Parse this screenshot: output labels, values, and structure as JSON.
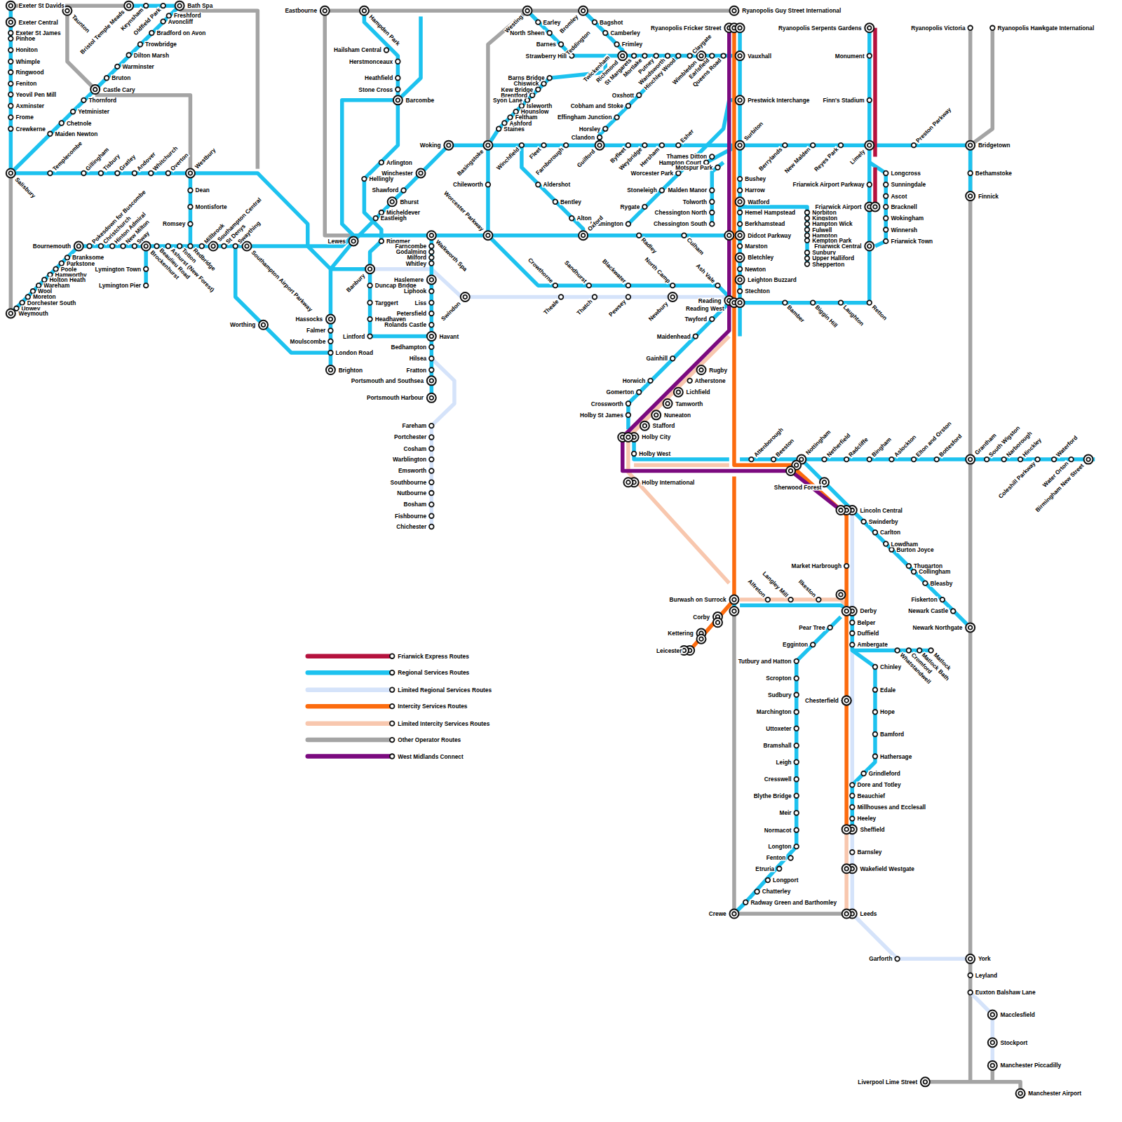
{
  "diagram": {
    "labels": [
      "Exeter St Davids",
      "Exeter Central",
      "Exeter St James",
      "Pinhoe",
      "Honiton",
      "Whimple",
      "Ringwood",
      "Feniton",
      "Yeovil Pen Mill",
      "Axminster",
      "Frome",
      "Crewkerne",
      "Salisbury",
      "Taunton",
      "Bristol Temple Meads",
      "Keynsham",
      "Oldfield Park",
      "Bath Spa",
      "Freshford",
      "Avoncliff",
      "Bradford on Avon",
      "Trowbridge",
      "Dilton Marsh",
      "Warminster",
      "Bruton",
      "Castle Cary",
      "Thornford",
      "Yetminister",
      "Chetnole",
      "Maiden Newton",
      "Templecombe",
      "Gillingham",
      "Tisbury",
      "Gratley",
      "Andover",
      "Whitchurch",
      "Overton",
      "Westbury",
      "Dean",
      "Montisforte",
      "Romsey",
      "Bournemouth",
      "Pokesdown for Buscombe",
      "Christchurch",
      "Hinton Admiral",
      "New Milton",
      "Sway",
      "Brockenhurst",
      "Beaulieu Road",
      "Ashurst (New Forest)",
      "Totton",
      "Redbridge",
      "Millbrook",
      "Southampton Central",
      "St Denys",
      "Swaything",
      "Southampton Airport Parkway",
      "Lymington Town",
      "Lymington Pier",
      "Branksome",
      "Parkstone",
      "Poole",
      "Hamworthy",
      "Holton Heath",
      "Wareham",
      "Wool",
      "Moreton",
      "Dorchester South",
      "Upwey",
      "Weymouth",
      "Worthing",
      "Hassocks",
      "Falmer",
      "Moulscombe",
      "London Road",
      "Brighton",
      "Lewes",
      "Eastbourne",
      "Hampden Park",
      "Hailsham Central",
      "Herstmonceaux",
      "Heathfield",
      "Stone Cross",
      "Barcombe",
      "Arlington",
      "Hellingly",
      "Winchester",
      "Shawford",
      "Bhurst",
      "Micheldever",
      "Eastleigh",
      "Ringmer",
      "Banbury",
      "Duncap Bridge",
      "Targgert",
      "Headhaven",
      "Lintford",
      "Walkworth Spa",
      "Farncombe",
      "Godalming",
      "Milford",
      "Whitley",
      "Haslemere",
      "Liphook",
      "Liss",
      "Petersfield",
      "Rolands Castle",
      "Havant",
      "Bedhampton",
      "Hilsea",
      "Fratton",
      "Portsmouth and Southsea",
      "Portsmouth Harbour",
      "Fareham",
      "Portchester",
      "Cosham",
      "Warblington",
      "Emsworth",
      "Southbourne",
      "Nutbourne",
      "Bosham",
      "Fishbourne",
      "Chichester",
      "Swindon",
      "Woking",
      "Basingstoke",
      "Chileworth",
      "Worcester Parkway",
      "Westing",
      "Earley",
      "North Sheen",
      "Barnes",
      "Strawberry Hill",
      "Bromley",
      "Teddington",
      "Bagshot",
      "Camberley",
      "Frimley",
      "Twickenham",
      "Richmond",
      "St Margarets",
      "Mortlake",
      "Putney",
      "Wandsworth",
      "Hinchley Wood",
      "Claygate",
      "Wimbledon",
      "Earlsfield",
      "Queens Road",
      "Vauxhall",
      "Ryanopolis Fricker Street",
      "Ryanopolis Guy Street International",
      "Prestwick Interchange",
      "Surbiton",
      "Barns Bridge",
      "Chiswick",
      "Kew Bridge",
      "Brentford",
      "Syon Lane",
      "Isleworth",
      "Hounslow",
      "Feltham",
      "Ashford",
      "Staines",
      "Oxshott",
      "Cobham and Stoke",
      "Effingham Junction",
      "Horsley",
      "Clandon",
      "Guilford",
      "Winchfield",
      "Fleet",
      "Farnborough",
      "Byfleet",
      "Weybridge",
      "Hersham",
      "Esher",
      "Thames Ditton",
      "Hampton Court",
      "Motspur Park",
      "Worcester Park",
      "Malden Manor",
      "Stoneleigh",
      "Tolworth",
      "Rygate",
      "Chessington North",
      "Chessington South",
      "Leamington",
      "Aldershot",
      "Bentley",
      "Alton",
      "Oxford",
      "Radley",
      "Culham",
      "Crowthorne",
      "Sandhurst",
      "Blackwater",
      "North Camp",
      "Ash Vale",
      "Theale",
      "Thatch",
      "Pewsey",
      "Newbury",
      "Reading",
      "Reading West",
      "Twyford",
      "Maidenhead",
      "Gainhill",
      "Horwich",
      "Gomerton",
      "Crossworth",
      "Holby St James",
      "Rugby",
      "Atherstone",
      "Lichfield",
      "Tamworth",
      "Nuneaton",
      "Stafford",
      "Holby City",
      "Holby West",
      "Holby International",
      "Bushey",
      "Harrow",
      "Watford",
      "Hemel Hampstead",
      "Berkhamstead",
      "Didcot Parkway",
      "Marston",
      "Bletchley",
      "Newton",
      "Leighton Buzzard",
      "Stechton",
      "Berrylands",
      "New Malden",
      "Reyes Park",
      "Limely",
      "Preston Parkway",
      "Bridgetown",
      "Ryanopolis Serpents Gardens",
      "Monument",
      "Finn's Stadium",
      "Ryanopolis Victoria",
      "Ryanopolis Hawkgate International",
      "Bethamstoke",
      "Finnick",
      "Longcross",
      "Sunningdale",
      "Ascot",
      "Bracknell",
      "Wokingham",
      "Winnersh",
      "Friarwick Town",
      "Friarwick Airport Parkway",
      "Friarwick Airport",
      "Friarwick Central",
      "Norbiton",
      "Kingston",
      "Hampton Wick",
      "Fulwell",
      "Hampton",
      "Kempton Park",
      "Sunbury",
      "Upper Halliford",
      "Shepperton",
      "Bamber",
      "Biggin Hill",
      "Laughton",
      "Retton",
      "Attenborough",
      "Beeston",
      "Nottingham",
      "Netherfield",
      "Radcliffe",
      "Bingham",
      "Aslockton",
      "Elton and Orston",
      "Bottesford",
      "Grantham",
      "South Wigston",
      "Narborough",
      "Hinckley",
      "Coleshill Parkway",
      "Waterford",
      "Water Orton",
      "Birmingham New Street",
      "Sherwood Forest",
      "Lincoln Central",
      "Swinderby",
      "Carlton",
      "Lowdham",
      "Burton Joyce",
      "Thugarton",
      "Collingham",
      "Bleasby",
      "Fiskerton",
      "Newark Castle",
      "Newark Northgate",
      "Market Harbrough",
      "Burwash on Surrock",
      "Alfreton",
      "Langley Mill",
      "Ilkeston",
      "Derby",
      "Belper",
      "Duffield",
      "Ambergate",
      "Whatstandwell",
      "Cromford",
      "Matlock Bath",
      "Matlock",
      "Chinley",
      "Edale",
      "Hope",
      "Bamford",
      "Hathersage",
      "Grindleford",
      "Dore and Totley",
      "Beauchief",
      "Millhouses and Ecclesall",
      "Heeley",
      "Sheffield",
      "Barnsley",
      "Wakefield Westgate",
      "Leeds",
      "Chesterfield",
      "Garforth",
      "York",
      "Leyland",
      "Euxton Balshaw Lane",
      "Macclesfield",
      "Stockport",
      "Manchester Piccadilly",
      "Liverpool Lime Street",
      "Manchester Airport",
      "Crewe",
      "Pear Tree",
      "Egginton",
      "Tutbury and Hatton",
      "Scropton",
      "Sudbury",
      "Marchington",
      "Uttoxeter",
      "Bramshall",
      "Leigh",
      "Cresswell",
      "Blythe Bridge",
      "Meir",
      "Normacot",
      "Longton",
      "Fenton",
      "Etruria",
      "Longport",
      "Chatterley",
      "Radway Green and Barthomley",
      "Corby",
      "Kettering",
      "Leicester"
    ],
    "legend": [
      {
        "text": "Friarwick Express Routes",
        "color": "#b5123e"
      },
      {
        "text": "Regional Services Routes",
        "color": "#1dc2ef"
      },
      {
        "text": "Limited Regional Services Routes",
        "color": "#d5e3fa"
      },
      {
        "text": "Intercity Services Routes",
        "color": "#fc6b0e"
      },
      {
        "text": "Limited Intercity Services Routes",
        "color": "#f8c7ae"
      },
      {
        "text": "Other Operator Routes",
        "color": "#a4a4a4"
      },
      {
        "text": "West Midlands Connect",
        "color": "#7b0a7f"
      }
    ]
  }
}
